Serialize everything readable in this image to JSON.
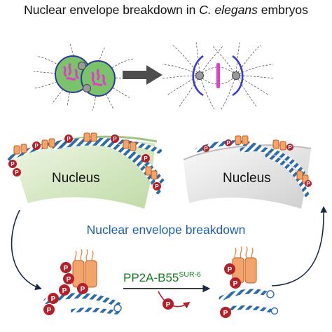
{
  "title": {
    "prefix": "Nuclear envelope breakdown in ",
    "species": "C. elegans",
    "suffix": " embryos"
  },
  "nucleus_left_label": "Nucleus",
  "nucleus_right_label": "Nucleus",
  "process_label": "Nuclear envelope breakdown",
  "enzyme": {
    "name": "PP2A-B55",
    "superscript": "SUR-6"
  },
  "phospho_symbol": "P",
  "colors": {
    "title_text": "#111111",
    "process_text": "#1f5fa8",
    "enzyme_text": "#127a1e",
    "phosphate": "#b3202a",
    "nuclear_pore": "#e8823a",
    "lamina_strand": "#2d6ca8",
    "nucleus_left": "#d7e8c4",
    "nucleus_right": "#e4e4e4",
    "chromosome": "#e040c8",
    "spindle_envelope": "#3a3ad8"
  }
}
